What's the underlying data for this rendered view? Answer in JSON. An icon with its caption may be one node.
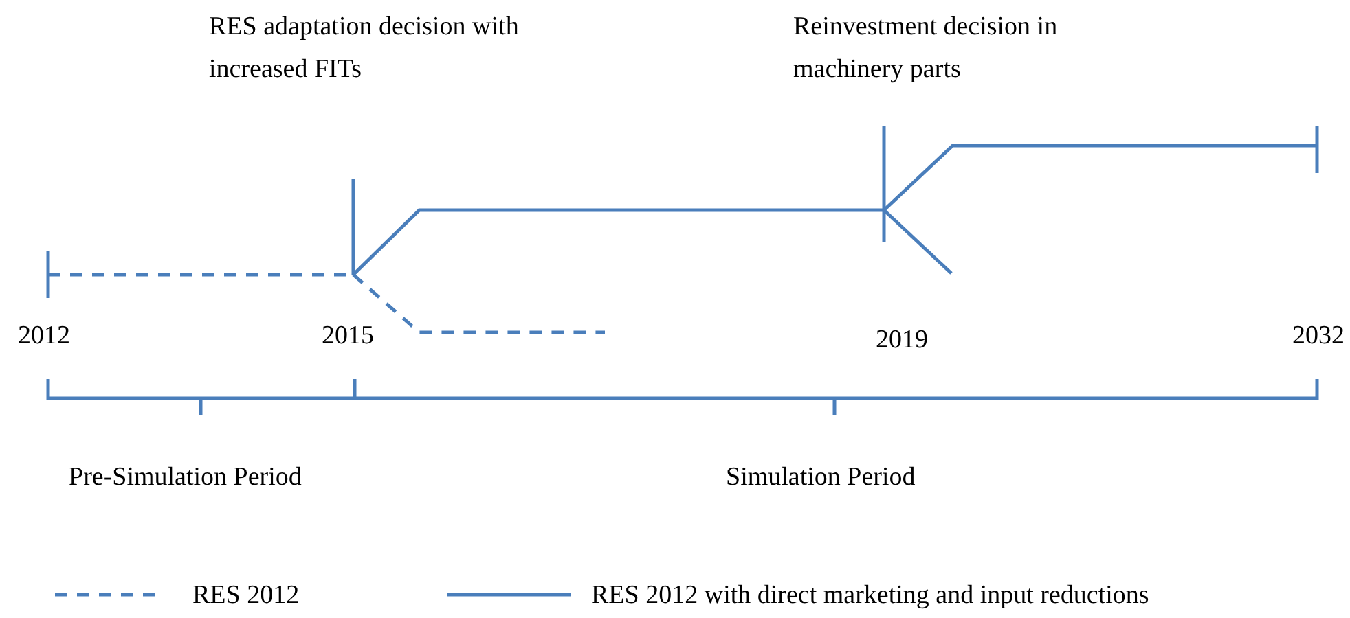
{
  "diagram": {
    "labels": [
      "RES adaptation decision with increased FITs",
      "Reinvestment decision in machinery parts",
      "2012",
      "2015",
      "2019",
      "2032",
      "Pre-Simulation Period",
      "Simulation Period"
    ],
    "legend": [
      {
        "text": "RES 2012"
      },
      {
        "text": "RES 2012 with direct marketing and input reductions"
      }
    ]
  }
}
